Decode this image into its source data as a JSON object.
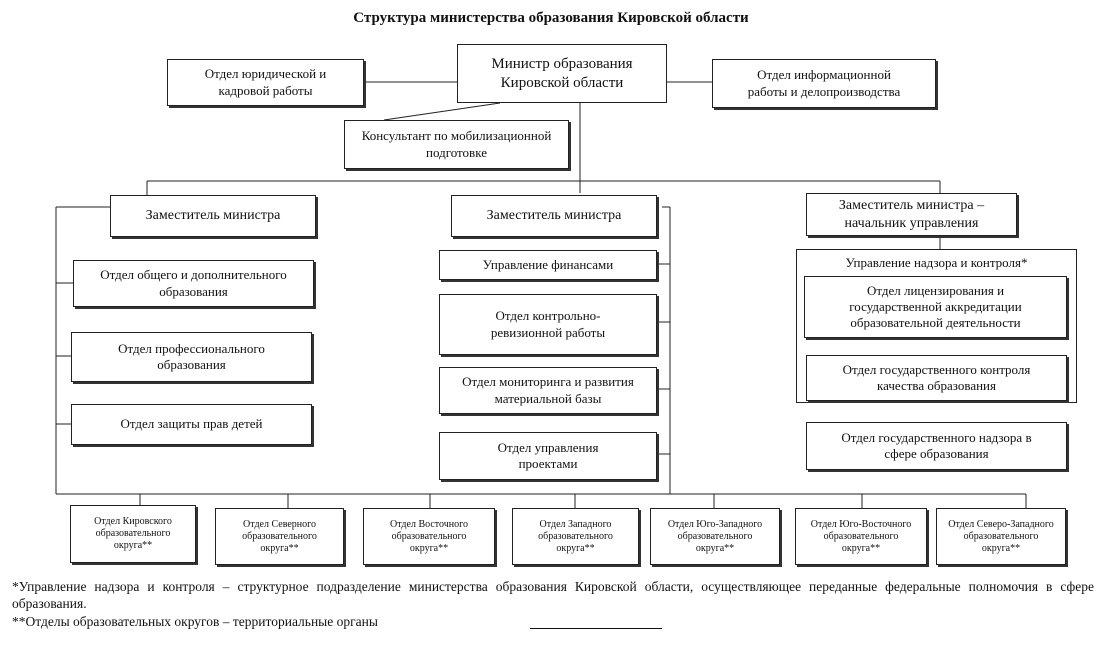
{
  "title": "Структура министерства образования Кировской области",
  "minister": "Министр образования\nКировской области",
  "legal_hr": "Отдел юридической и\nкадровой работы",
  "info_docs": "Отдел информационной\nработы и делопроизводства",
  "mobilization": "Консультант по мобилизационной\nподготовке",
  "deputy_left": {
    "title": "Заместитель министра",
    "units": [
      "Отдел общего и дополнительного\nобразования",
      "Отдел профессионального\nобразования",
      "Отдел защиты прав детей"
    ]
  },
  "deputy_center": {
    "title": "Заместитель министра",
    "units": [
      "Управление финансами",
      "Отдел контрольно-\nревизионной работы",
      "Отдел мониторинга и развития\nматериальной базы",
      "Отдел  управления\nпроектами"
    ]
  },
  "deputy_right": {
    "title": "Заместитель министра –\nначальник управления",
    "group_label": "Управление надзора и контроля*",
    "units": [
      "Отдел лицензирования и\nгосударственной аккредитации\nобразовательной деятельности",
      "Отдел государственного контроля\nкачества образования",
      "Отдел государственного надзора в\nсфере образования"
    ]
  },
  "districts": [
    "Отдел  Кировского\nобразовательного\nокруга**",
    "Отдел Северного\nобразовательного\nокруга**",
    "Отдел Восточного\nобразовательного\nокруга**",
    "Отдел Западного\nобразовательного\nокруга**",
    "Отдел  Юго-Западного\nобразовательного\nокруга**",
    "Отдел Юго-Восточного\nобразовательного\nокруга**",
    "Отдел Северо-Западного\nобразовательного\nокруга**"
  ],
  "footnotes": {
    "note1": "*Управление надзора и контроля – структурное подразделение министерства образования Кировской области, осуществляющее переданные федеральные полномочия в сфере образования.",
    "note2": "**Отделы образовательных округов – территориальные органы"
  }
}
